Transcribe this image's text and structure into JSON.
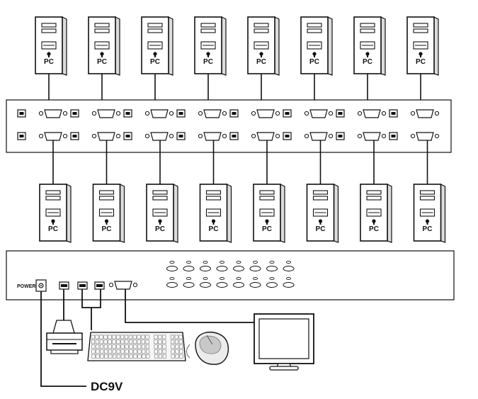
{
  "pc_label": "PC",
  "power_label": "POWER",
  "dc_label": "DC9V",
  "top_pc_count": 8,
  "bottom_pc_count": 8,
  "colors": {
    "line": "#111111",
    "panel_fill": "#ffffff",
    "case_shade": "#dcdcdc"
  },
  "icons": [
    "pc-tower-icon",
    "kvm-port-panel",
    "usb-port-icon",
    "vga-port-icon",
    "printer-icon",
    "keyboard-icon",
    "mouse-icon",
    "monitor-icon",
    "power-jack-icon",
    "led-icon"
  ]
}
